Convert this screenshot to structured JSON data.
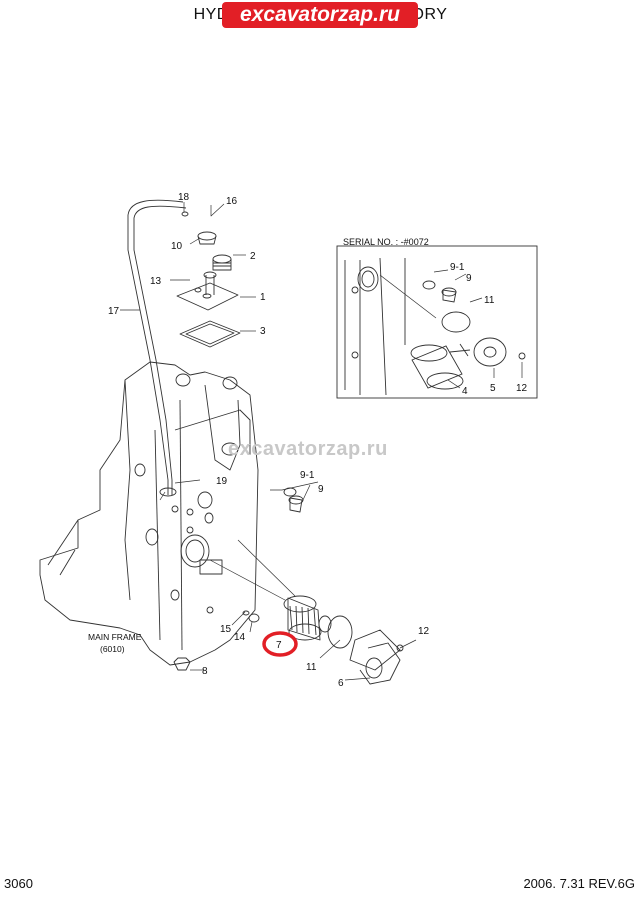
{
  "header": {
    "title": "HYDRAULIC TANK ACCESSORY",
    "watermark_banner": "excavatorzap.ru"
  },
  "watermark_center": "excavatorzap.ru",
  "footer": {
    "page_number": "3060",
    "revision": "2006. 7.31  REV.6G"
  },
  "main_frame": {
    "line1": "MAIN FRAME",
    "line2": "(6010)"
  },
  "inset": {
    "serial": "SERIAL NO. : -#0072",
    "callouts": [
      "9-1",
      "9",
      "11",
      "5",
      "4",
      "12"
    ]
  },
  "callouts": [
    "18",
    "16",
    "10",
    "2",
    "13",
    "1",
    "3",
    "17",
    "19",
    "9-1",
    "9",
    "15",
    "14",
    "7",
    "11",
    "6",
    "12",
    "8"
  ],
  "highlight_color": "#e21f26"
}
